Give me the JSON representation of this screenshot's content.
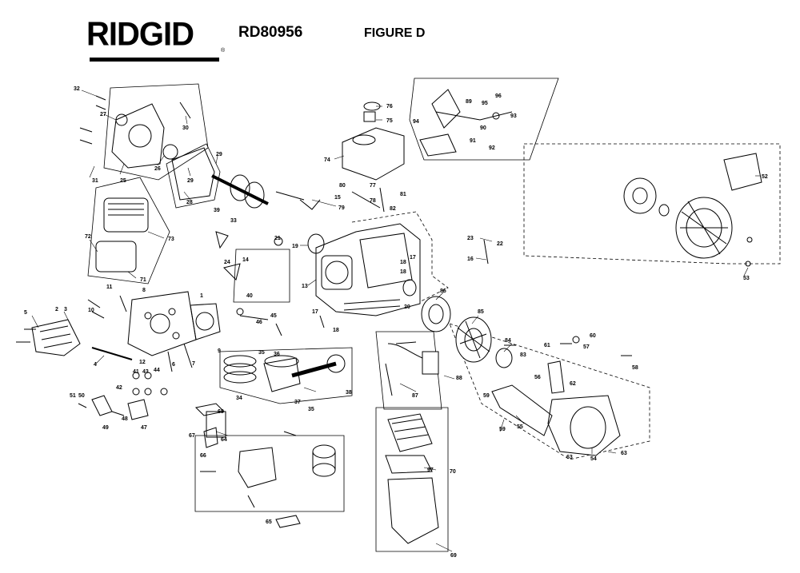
{
  "header": {
    "brand": "RIDGID",
    "model": "RD80956",
    "figure": "FIGURE D"
  },
  "parts": [
    {
      "id": "p1",
      "label": "1"
    },
    {
      "id": "p2",
      "label": "2"
    },
    {
      "id": "p3",
      "label": "3"
    },
    {
      "id": "p4",
      "label": "4"
    },
    {
      "id": "p5",
      "label": "5"
    },
    {
      "id": "p6",
      "label": "6"
    },
    {
      "id": "p7",
      "label": "7"
    },
    {
      "id": "p8",
      "label": "8"
    },
    {
      "id": "p9",
      "label": "9"
    },
    {
      "id": "p10",
      "label": "10"
    },
    {
      "id": "p11",
      "label": "11"
    },
    {
      "id": "p12",
      "label": "12"
    },
    {
      "id": "p13",
      "label": "13"
    },
    {
      "id": "p14",
      "label": "14"
    },
    {
      "id": "p15",
      "label": "15"
    },
    {
      "id": "p16",
      "label": "16"
    },
    {
      "id": "p17",
      "label": "17"
    },
    {
      "id": "p18",
      "label": "18"
    },
    {
      "id": "p19",
      "label": "19"
    },
    {
      "id": "p20",
      "label": "20"
    },
    {
      "id": "p21",
      "label": "21"
    },
    {
      "id": "p22",
      "label": "22"
    },
    {
      "id": "p23",
      "label": "23"
    },
    {
      "id": "p24",
      "label": "24"
    },
    {
      "id": "p25",
      "label": "25"
    },
    {
      "id": "p26",
      "label": "26"
    },
    {
      "id": "p27",
      "label": "27"
    },
    {
      "id": "p28",
      "label": "28"
    },
    {
      "id": "p29",
      "label": "29"
    },
    {
      "id": "p30",
      "label": "30"
    },
    {
      "id": "p31",
      "label": "31"
    },
    {
      "id": "p32",
      "label": "32"
    },
    {
      "id": "p33",
      "label": "33"
    },
    {
      "id": "p34",
      "label": "34"
    },
    {
      "id": "p35",
      "label": "35"
    },
    {
      "id": "p36",
      "label": "36"
    },
    {
      "id": "p37",
      "label": "37"
    },
    {
      "id": "p38",
      "label": "38"
    },
    {
      "id": "p39",
      "label": "39"
    },
    {
      "id": "p40",
      "label": "40"
    },
    {
      "id": "p41",
      "label": "41"
    },
    {
      "id": "p42",
      "label": "42"
    },
    {
      "id": "p43",
      "label": "43"
    },
    {
      "id": "p44",
      "label": "44"
    },
    {
      "id": "p45",
      "label": "45"
    },
    {
      "id": "p46",
      "label": "46"
    },
    {
      "id": "p47",
      "label": "47"
    },
    {
      "id": "p48",
      "label": "48"
    },
    {
      "id": "p49",
      "label": "49"
    },
    {
      "id": "p50",
      "label": "50"
    },
    {
      "id": "p51",
      "label": "51"
    },
    {
      "id": "p52",
      "label": "52"
    },
    {
      "id": "p53",
      "label": "53"
    },
    {
      "id": "p54",
      "label": "54"
    },
    {
      "id": "p55",
      "label": "55"
    },
    {
      "id": "p56",
      "label": "56"
    },
    {
      "id": "p57",
      "label": "57"
    },
    {
      "id": "p58",
      "label": "58"
    },
    {
      "id": "p59",
      "label": "59"
    },
    {
      "id": "p60",
      "label": "60"
    },
    {
      "id": "p61",
      "label": "61"
    },
    {
      "id": "p62",
      "label": "62"
    },
    {
      "id": "p63",
      "label": "63"
    },
    {
      "id": "p64",
      "label": "64"
    },
    {
      "id": "p65",
      "label": "65"
    },
    {
      "id": "p66",
      "label": "66"
    },
    {
      "id": "p67",
      "label": "67"
    },
    {
      "id": "p68",
      "label": "68"
    },
    {
      "id": "p69",
      "label": "69"
    },
    {
      "id": "p70",
      "label": "70"
    },
    {
      "id": "p71",
      "label": "71"
    },
    {
      "id": "p72",
      "label": "72"
    },
    {
      "id": "p73",
      "label": "73"
    },
    {
      "id": "p74",
      "label": "74"
    },
    {
      "id": "p75",
      "label": "75"
    },
    {
      "id": "p76",
      "label": "76"
    },
    {
      "id": "p77",
      "label": "77"
    },
    {
      "id": "p78",
      "label": "78"
    },
    {
      "id": "p79",
      "label": "79"
    },
    {
      "id": "p80",
      "label": "80"
    },
    {
      "id": "p81",
      "label": "81"
    },
    {
      "id": "p82",
      "label": "82"
    },
    {
      "id": "p84",
      "label": "84"
    },
    {
      "id": "p83",
      "label": "83"
    },
    {
      "id": "p85",
      "label": "85"
    },
    {
      "id": "p86",
      "label": "86"
    },
    {
      "id": "p87",
      "label": "87"
    },
    {
      "id": "p88",
      "label": "88"
    },
    {
      "id": "p89",
      "label": "89"
    },
    {
      "id": "p90",
      "label": "90"
    },
    {
      "id": "p91",
      "label": "91"
    },
    {
      "id": "p92",
      "label": "92"
    },
    {
      "id": "p93",
      "label": "93"
    },
    {
      "id": "p94",
      "label": "94"
    },
    {
      "id": "p95",
      "label": "95"
    },
    {
      "id": "p96",
      "label": "96"
    },
    {
      "id": "p97",
      "label": "97"
    }
  ]
}
